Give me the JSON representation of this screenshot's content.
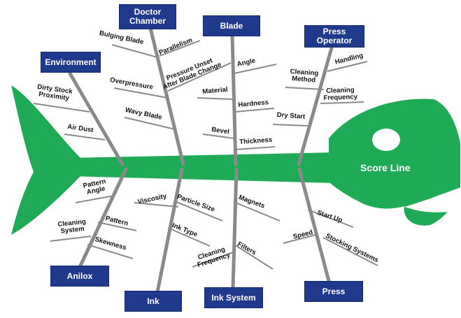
{
  "head": {
    "label": "Score Line"
  },
  "categories": {
    "doctor_chamber": "Doctor\nChamber",
    "blade": "Blade",
    "press_operator": "Press\nOperator",
    "environment": "Environment",
    "anilox": "Anilox",
    "ink": "Ink",
    "ink_system": "Ink System",
    "press": "Press"
  },
  "causes": {
    "bulging_blade": "Bulging Blade",
    "parallelism": "Parallelism",
    "pressure_unset": "Pressure Unset\nAfter Blade Change",
    "overpressure": "Overpressure",
    "wavy_blade": "Wavy Blade",
    "angle": "Angle",
    "material": "Material",
    "hardness": "Hardness",
    "bevel": "Bevel",
    "thickness": "Thickness",
    "handling": "Handling",
    "cleaning_method": "Cleaning\nMethod",
    "cleaning_frequency_top": "Cleaning\nFrequency",
    "dry_start": "Dry Start",
    "dirty_stock": "Dirty Stock\nProximity",
    "air_dust": "Air Dust",
    "pattern_angle": "Pattern\nAngle",
    "cleaning_system": "Cleaning\nSystem",
    "pattern": "Pattern",
    "skewness": "Skewness",
    "viscosity": "Viscosity",
    "particle_size": "Particle Size",
    "ink_type": "Ink Type",
    "cleaning_frequency_bottom": "Cleaning\nFrequency",
    "magnets": "Magnets",
    "filters": "Filters",
    "start_up": "Start Up",
    "speed": "Speed",
    "stocking_systems": "Stocking Systems"
  },
  "colors": {
    "fish": "#1faa55",
    "box": "#1f3a8c",
    "bone": "#8a8a8a",
    "eye": "#ffffff"
  }
}
